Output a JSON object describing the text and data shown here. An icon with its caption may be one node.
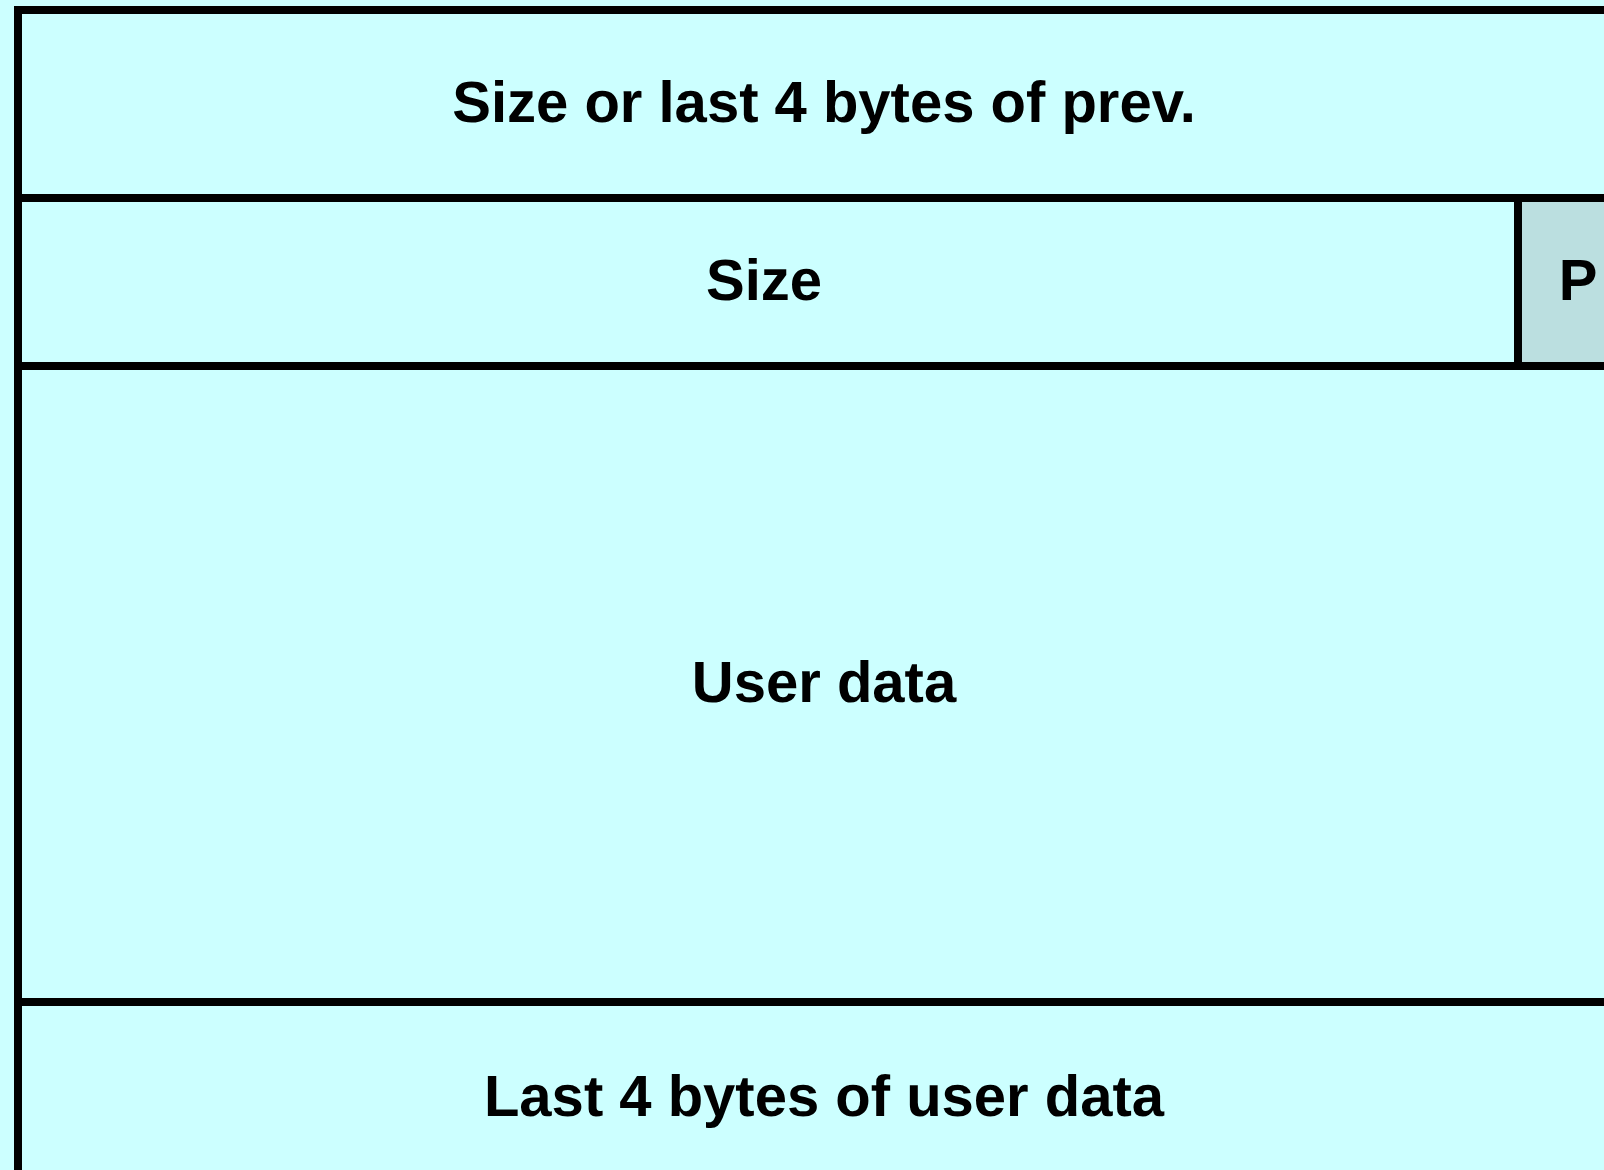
{
  "diagram": {
    "nodes": [
      {
        "text": [
          "Size or last 4 bytes of prev."
        ]
      },
      {
        "text": [
          "Size"
        ]
      },
      {
        "text": [
          "P"
        ],
        "in": 1
      },
      {
        "text": [
          "User data"
        ]
      },
      {
        "text": [
          "Last 4 bytes of user data"
        ]
      }
    ]
  }
}
